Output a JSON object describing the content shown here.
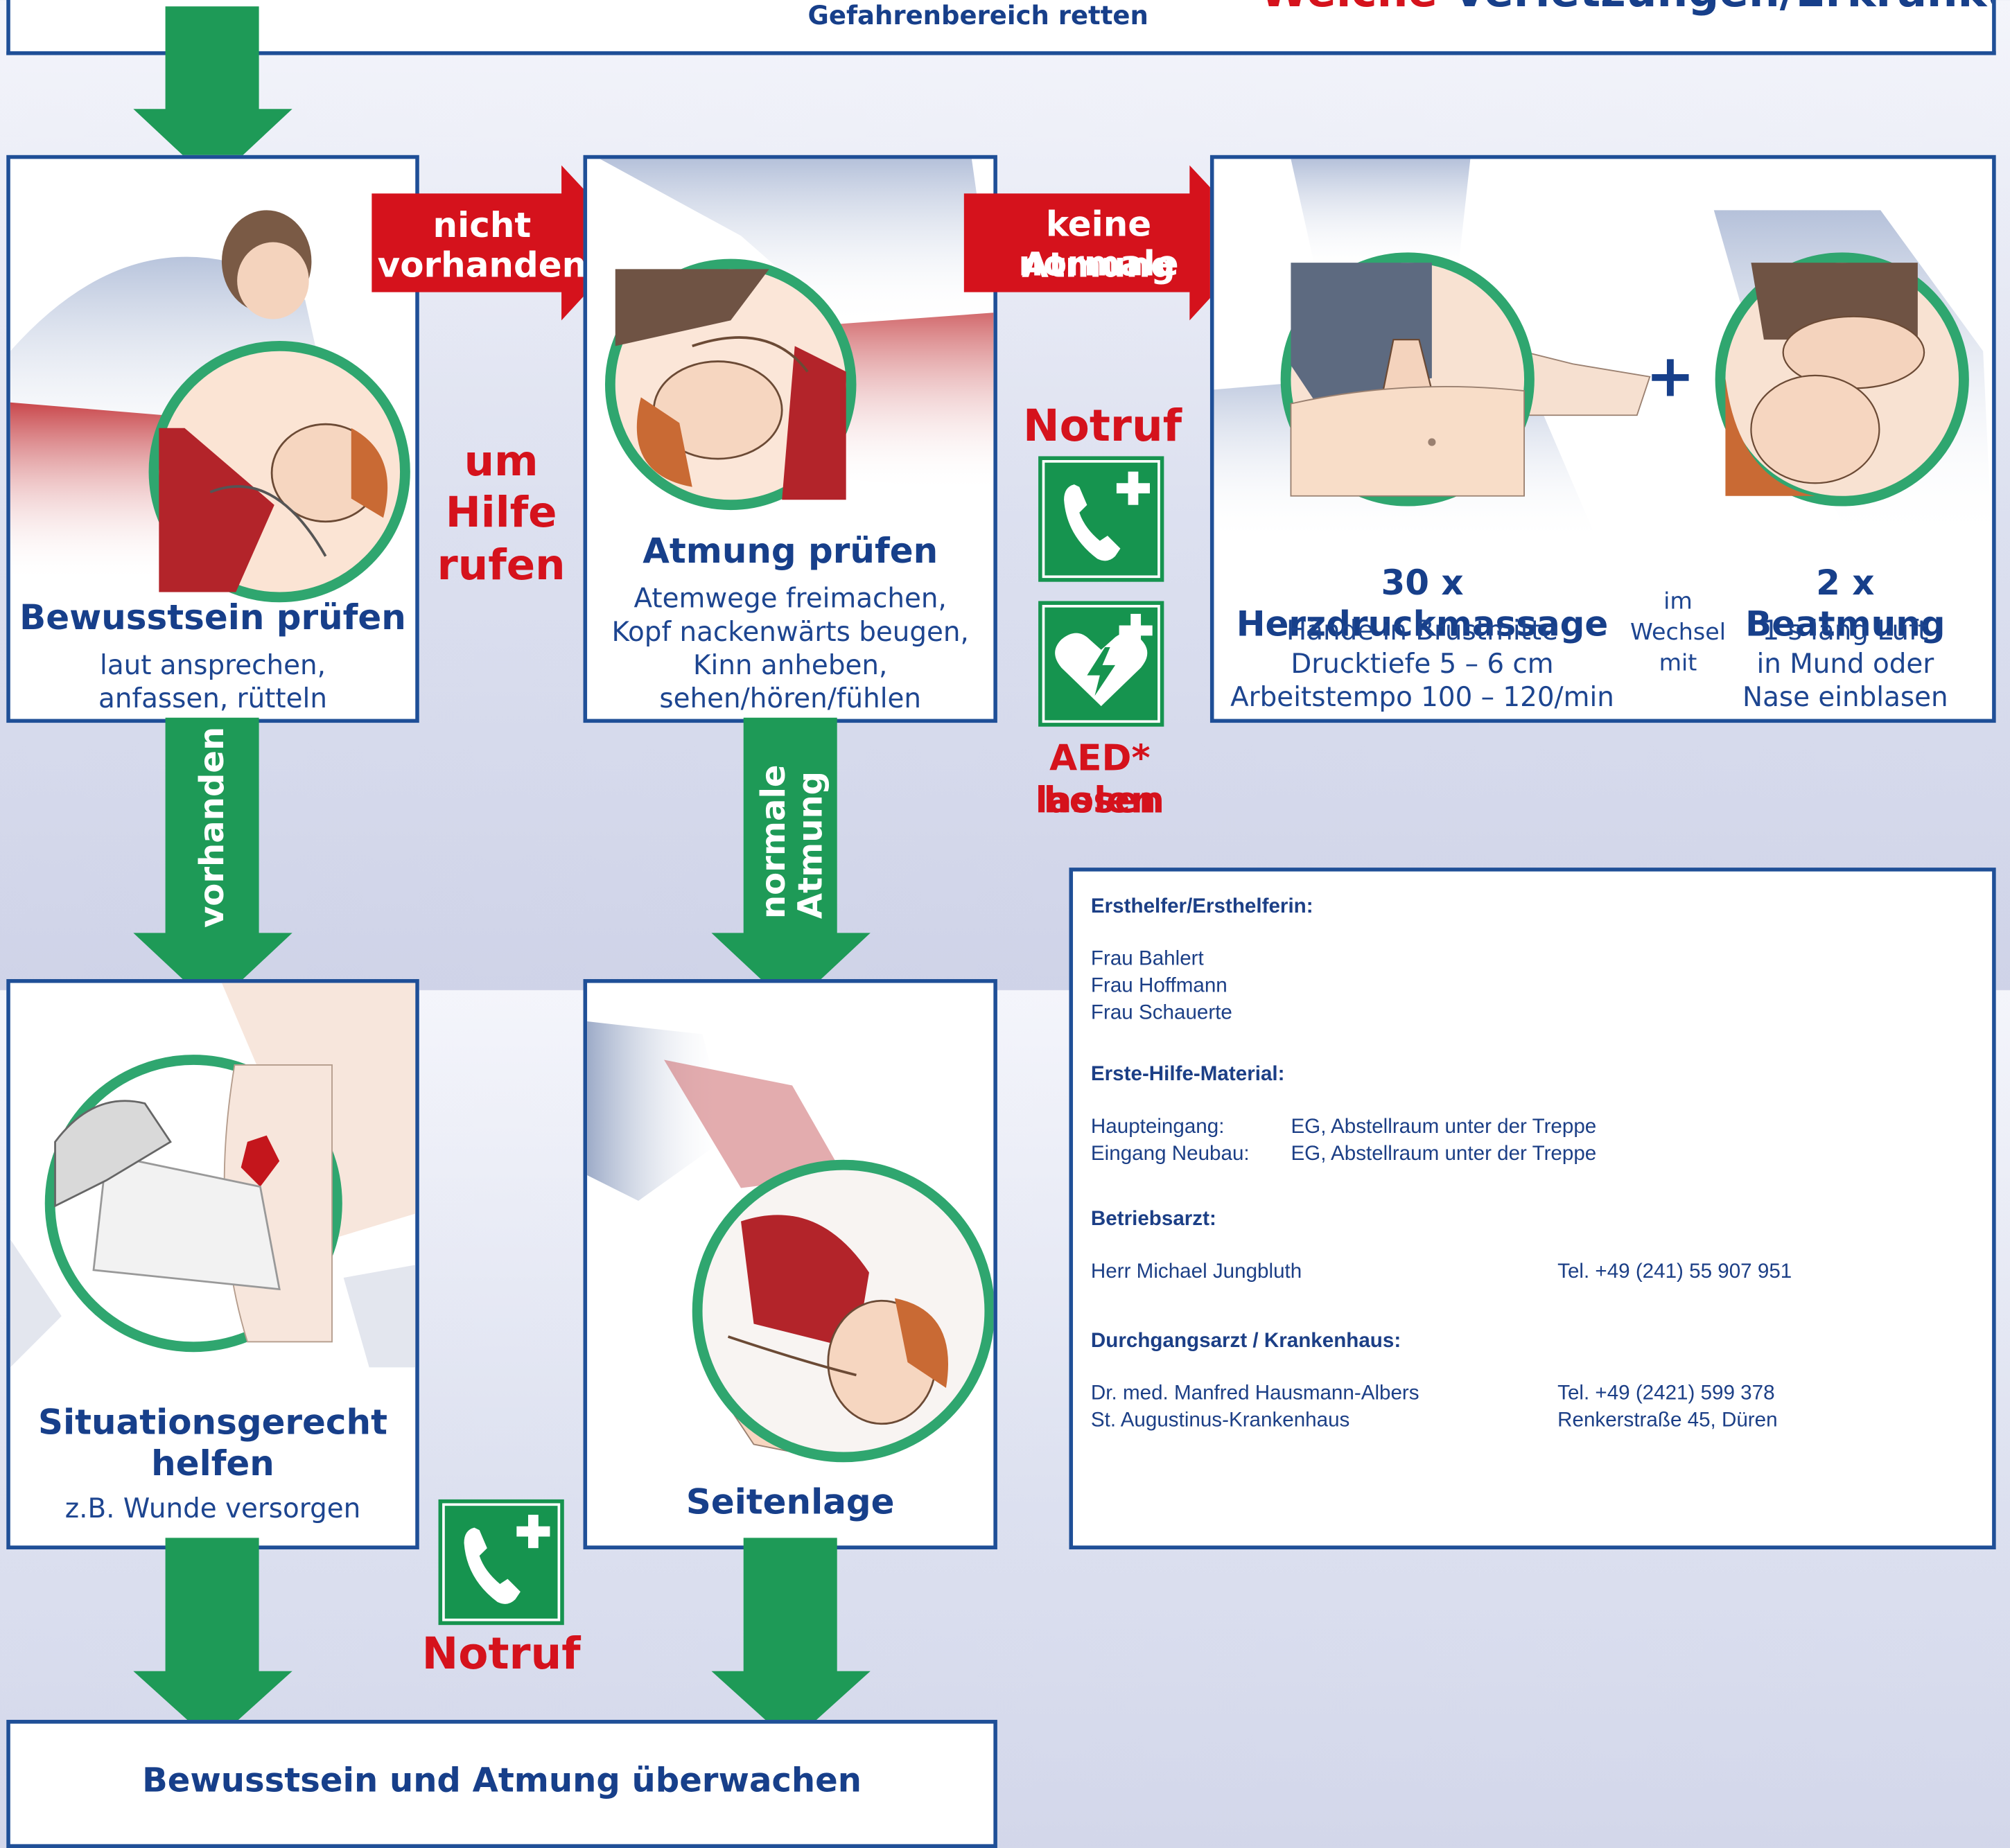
{
  "header": {
    "center_text": "Gefahrenbereich retten",
    "right_text_red": "Welche",
    "right_text_blue": "Verletzungen/Erkrankungen?"
  },
  "steps": {
    "consciousness": {
      "title": "Bewusstsein prüfen",
      "lines": [
        "laut ansprechen,",
        "anfassen, rütteln"
      ]
    },
    "breathing": {
      "title": "Atmung prüfen",
      "lines": [
        "Atemwege freimachen,",
        "Kopf nackenwärts beugen,",
        "Kinn anheben,",
        "sehen/hören/fühlen"
      ]
    },
    "cpr": {
      "left_title": "30 x Herzdruckmassage",
      "left_lines": [
        "Hände in Brustmitte",
        "Drucktiefe 5 – 6 cm",
        "Arbeitstempo 100 – 120/min"
      ],
      "mid_lines": [
        "im",
        "Wechsel",
        "mit"
      ],
      "right_title": "2 x Beatmung",
      "right_lines": [
        "1 s lang Luft",
        "in Mund oder",
        "Nase einblasen"
      ],
      "plus": "+"
    },
    "situational": {
      "title_lines": [
        "Situationsgerecht",
        "helfen"
      ],
      "sub": "z.B. Wunde versorgen"
    },
    "recovery": {
      "title": "Seitenlage"
    },
    "monitor": {
      "title": "Bewusstsein und Atmung überwachen"
    }
  },
  "arrows": {
    "not_present": [
      "nicht",
      "vorhanden"
    ],
    "no_normal_breathing": [
      "keine normale",
      "Atmung"
    ],
    "present": "vorhanden",
    "normal_breathing": [
      "normale",
      "Atmung"
    ]
  },
  "side_labels": {
    "call_help": [
      "um",
      "Hilfe",
      "rufen"
    ],
    "emergency_call": "Notruf",
    "aed": [
      "AED* holen",
      "lassen"
    ],
    "emergency_call_bottom": "Notruf"
  },
  "info_panel": {
    "first_aiders_heading": "Ersthelfer/Ersthelferin:",
    "first_aiders": [
      "Frau Bahlert",
      "Frau Hoffmann",
      "Frau Schauerte"
    ],
    "material_heading": "Erste-Hilfe-Material:",
    "material": [
      {
        "place": "Haupteingang:",
        "location": "EG, Abstellraum unter der Treppe"
      },
      {
        "place": "Eingang Neubau:",
        "location": "EG, Abstellraum unter der Treppe"
      }
    ],
    "doctor_heading": "Betriebsarzt:",
    "doctor_name": "Herr Michael Jungbluth",
    "doctor_tel": "Tel. +49 (241) 55 907 951",
    "hospital_heading": "Durchgangsarzt / Krankenhaus:",
    "hospital_lines": [
      "Dr. med. Manfred Hausmann-Albers",
      "St. Augustinus-Krankenhaus"
    ],
    "hospital_contact": [
      "Tel. +49 (2421) 599 378",
      "Renkerstraße 45, Düren"
    ]
  },
  "colors": {
    "green": "#1e9a57",
    "red": "#d5121c",
    "blue": "#173f8a",
    "sign_green": "#16944f"
  },
  "icons": [
    "phone-plus-icon",
    "aed-heart-icon"
  ]
}
